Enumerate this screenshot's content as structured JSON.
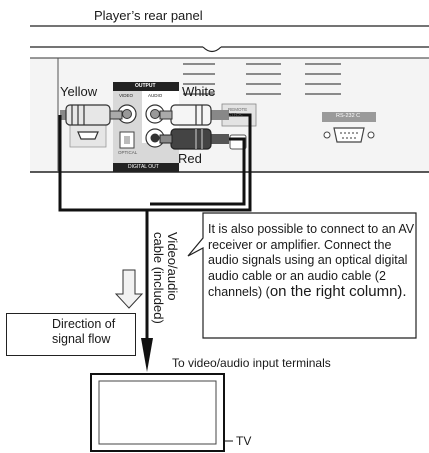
{
  "labels": {
    "rear_panel": "Player’s rear panel",
    "yellow": "Yellow",
    "white": "White",
    "red": "Red",
    "output": "OUTPUT",
    "video": "VIDEO",
    "audio": "AUDIO",
    "optical": "OPTICAL",
    "digital_out": "DIGITAL OUT",
    "rs232c": "RS-232 C",
    "panel_fragment": "REMOTE\nCTR.A.",
    "cable_line1": "Video/audio",
    "cable_line2": "cable (included)",
    "note_part1": "It is also possible to connect to an AV receiver or amplifier. Connect the audio signals using an optical digital audio cable or an audio cable (2 channels) (",
    "note_part2": "on the right column",
    "note_part3": ").",
    "flow_text": "Direction of signal flow",
    "input_terminals": "To video/audio input terminals",
    "tv": "TV"
  }
}
